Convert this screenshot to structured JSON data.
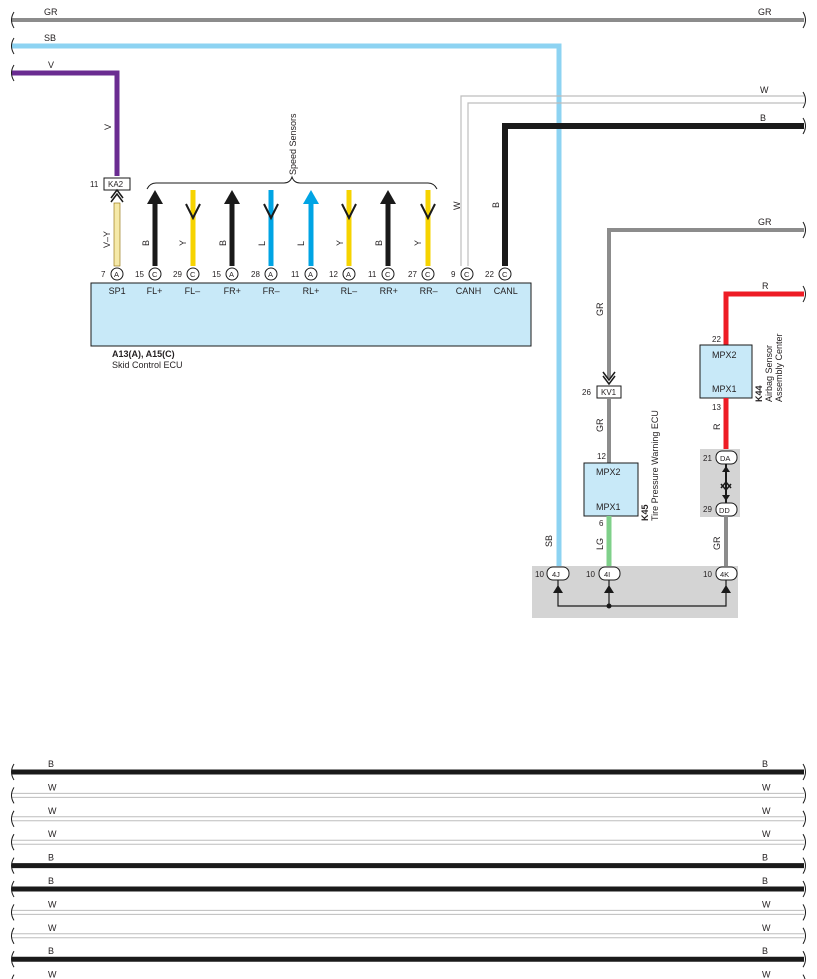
{
  "colors": {
    "GR": "#8c8c8c",
    "SB": "#8dd3f2",
    "V": "#6a2c91",
    "B": "#1a1a1a",
    "W": "#bdbdbd",
    "Y": "#f6d300",
    "L": "#00a4e4",
    "R": "#ee1c25",
    "LG": "#7fd08a",
    "VY": "#f5e9a8",
    "ecu_fill": "#c8e9f8",
    "junction_fill": "#d4d4d4"
  },
  "top_wires": {
    "gr_left": "GR",
    "gr_right": "GR",
    "sb_left": "SB",
    "v_left": "V",
    "v_vert": "V",
    "w_right": "W",
    "b_right": "B",
    "w_vert": "W",
    "b_vert": "B"
  },
  "speed_sensors_label": "Speed Sensors",
  "ka2": {
    "num": "11",
    "label": "KA2",
    "vy_label": "V–Y"
  },
  "skid_ecu": {
    "name_bold": "A13(A), A15(C)",
    "name": "Skid Control ECU",
    "pins": [
      {
        "num": "7",
        "conn": "A",
        "label": "SP1",
        "wire": ""
      },
      {
        "num": "15",
        "conn": "C",
        "label": "FL+",
        "wire": "B"
      },
      {
        "num": "29",
        "conn": "C",
        "label": "FL–",
        "wire": "Y"
      },
      {
        "num": "15",
        "conn": "A",
        "label": "FR+",
        "wire": "B"
      },
      {
        "num": "28",
        "conn": "A",
        "label": "FR–",
        "wire": "L"
      },
      {
        "num": "11",
        "conn": "A",
        "label": "RL+",
        "wire": "L"
      },
      {
        "num": "12",
        "conn": "A",
        "label": "RL–",
        "wire": "Y"
      },
      {
        "num": "11",
        "conn": "C",
        "label": "RR+",
        "wire": "B"
      },
      {
        "num": "27",
        "conn": "C",
        "label": "RR–",
        "wire": "Y"
      },
      {
        "num": "9",
        "conn": "C",
        "label": "CANH",
        "wire": ""
      },
      {
        "num": "22",
        "conn": "C",
        "label": "CANL",
        "wire": ""
      }
    ]
  },
  "tpw_ecu": {
    "code": "K45",
    "name": "Tire Pressure Warning ECU",
    "gr_right": "GR",
    "gr_vert": "GR",
    "gr_vert2": "GR",
    "kv1_num": "26",
    "kv1": "KV1",
    "mpx2_num": "12",
    "mpx2": "MPX2",
    "mpx1_num": "6",
    "mpx1": "MPX1",
    "lg": "LG"
  },
  "airbag": {
    "code": "K44",
    "name_line1": "Airbag Sensor",
    "name_line2": "Assembly Center",
    "r_right": "R",
    "r_vert": "R",
    "mpx2_num": "22",
    "mpx2": "MPX2",
    "mpx1_num": "13",
    "mpx1": "MPX1",
    "da_num": "21",
    "da": "DA",
    "dd_num": "29",
    "dd": "DD",
    "gr_vert": "GR"
  },
  "junction": {
    "sb_label": "SB",
    "c1_num": "10",
    "c1": "4J",
    "c2_num": "10",
    "c2": "4I",
    "c3_num": "10",
    "c3": "4K"
  },
  "bottom_wires": [
    {
      "left": "B",
      "right": "B",
      "color": "B"
    },
    {
      "left": "W",
      "right": "W",
      "color": "W"
    },
    {
      "left": "W",
      "right": "W",
      "color": "W"
    },
    {
      "left": "W",
      "right": "W",
      "color": "W"
    },
    {
      "left": "B",
      "right": "B",
      "color": "B"
    },
    {
      "left": "B",
      "right": "B",
      "color": "B"
    },
    {
      "left": "W",
      "right": "W",
      "color": "W"
    },
    {
      "left": "W",
      "right": "W",
      "color": "W"
    },
    {
      "left": "B",
      "right": "B",
      "color": "B"
    },
    {
      "left": "W",
      "right": "W",
      "color": "W"
    }
  ]
}
